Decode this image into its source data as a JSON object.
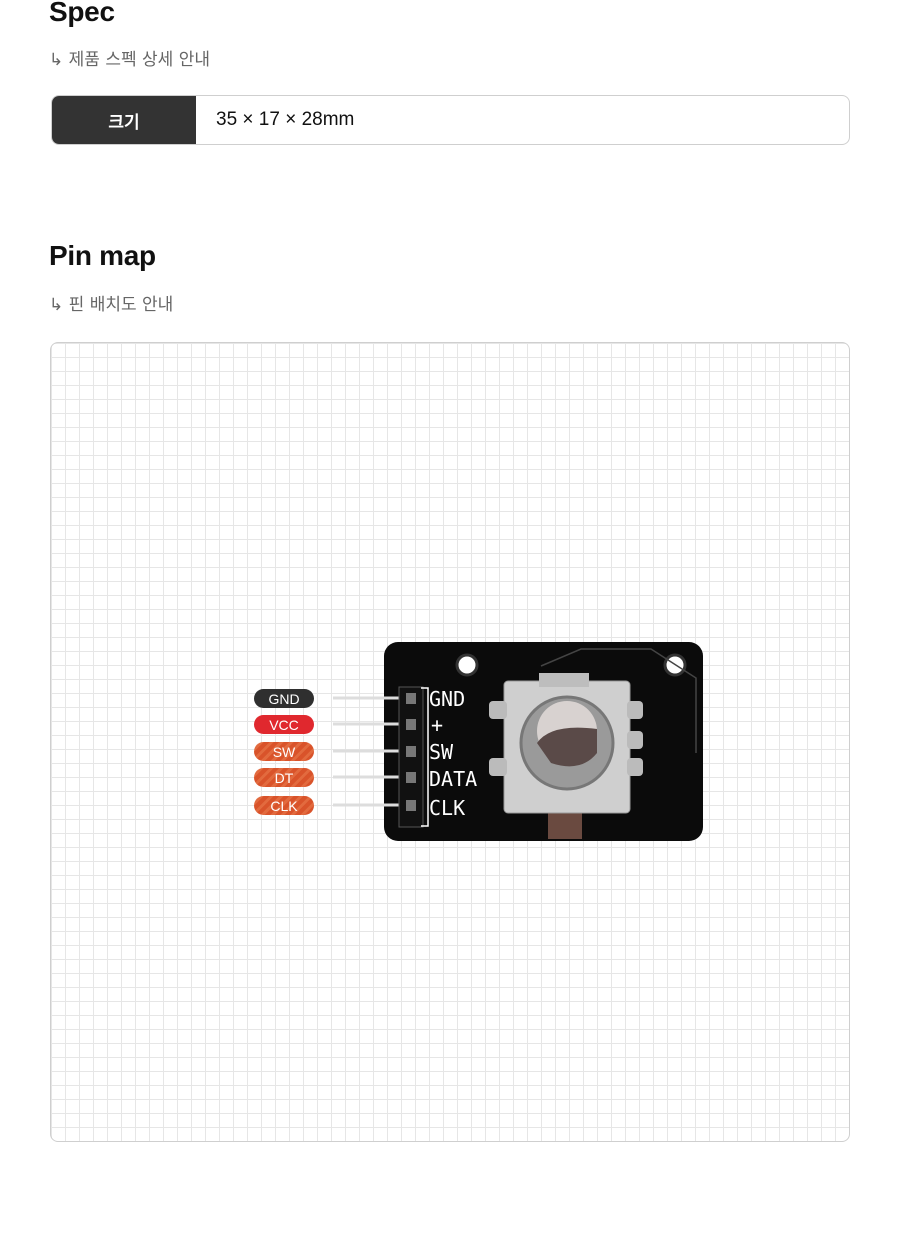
{
  "spec": {
    "title": "Spec",
    "subtitle": "↳ 제품 스펙 상세 안내",
    "rows": [
      {
        "label": "크기",
        "value": "35 × 17 × 28mm"
      }
    ]
  },
  "pinmap": {
    "title": "Pin map",
    "subtitle": "↳ 핀 배치도 안내",
    "pins": [
      {
        "label": "GND",
        "color": "#2f2f2f"
      },
      {
        "label": "VCC",
        "color": "#e0282e"
      },
      {
        "label": "SW",
        "color": "#d9532a"
      },
      {
        "label": "DT",
        "color": "#d9532a"
      },
      {
        "label": "CLK",
        "color": "#d9532a"
      }
    ],
    "board_silk": [
      "GND",
      "+",
      "SW",
      "DATA",
      "CLK"
    ]
  }
}
